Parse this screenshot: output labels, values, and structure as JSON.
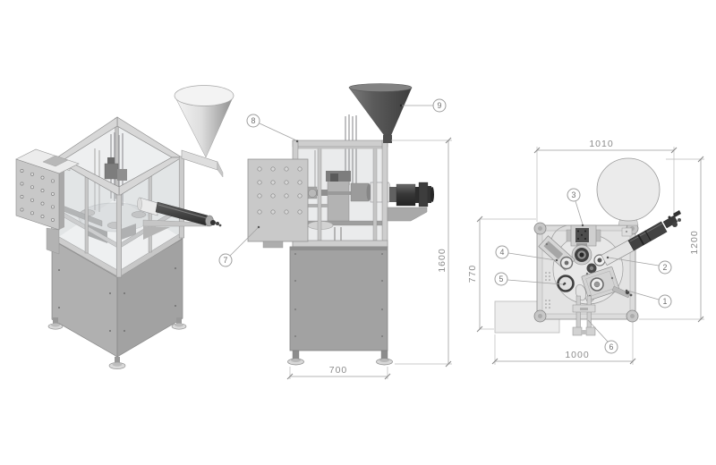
{
  "drawing": {
    "background": "#ffffff",
    "line_color": "#8f8f8f",
    "dim_color": "#8c8c8c",
    "dark_part_color": "#3c3c3c",
    "panel_color": "#c9c9c9",
    "glass_color": "#ced3d6"
  },
  "callouts": {
    "c1": "1",
    "c2": "2",
    "c3": "3",
    "c4": "4",
    "c5": "5",
    "c6": "6",
    "c7": "7",
    "c8": "8",
    "c9": "9"
  },
  "dimensions": {
    "top_overall_width": "1010",
    "top_overall_depth": "1200",
    "top_frame_depth": "770",
    "top_frame_width": "1000",
    "front_base_width": "700",
    "front_height": "1600"
  }
}
